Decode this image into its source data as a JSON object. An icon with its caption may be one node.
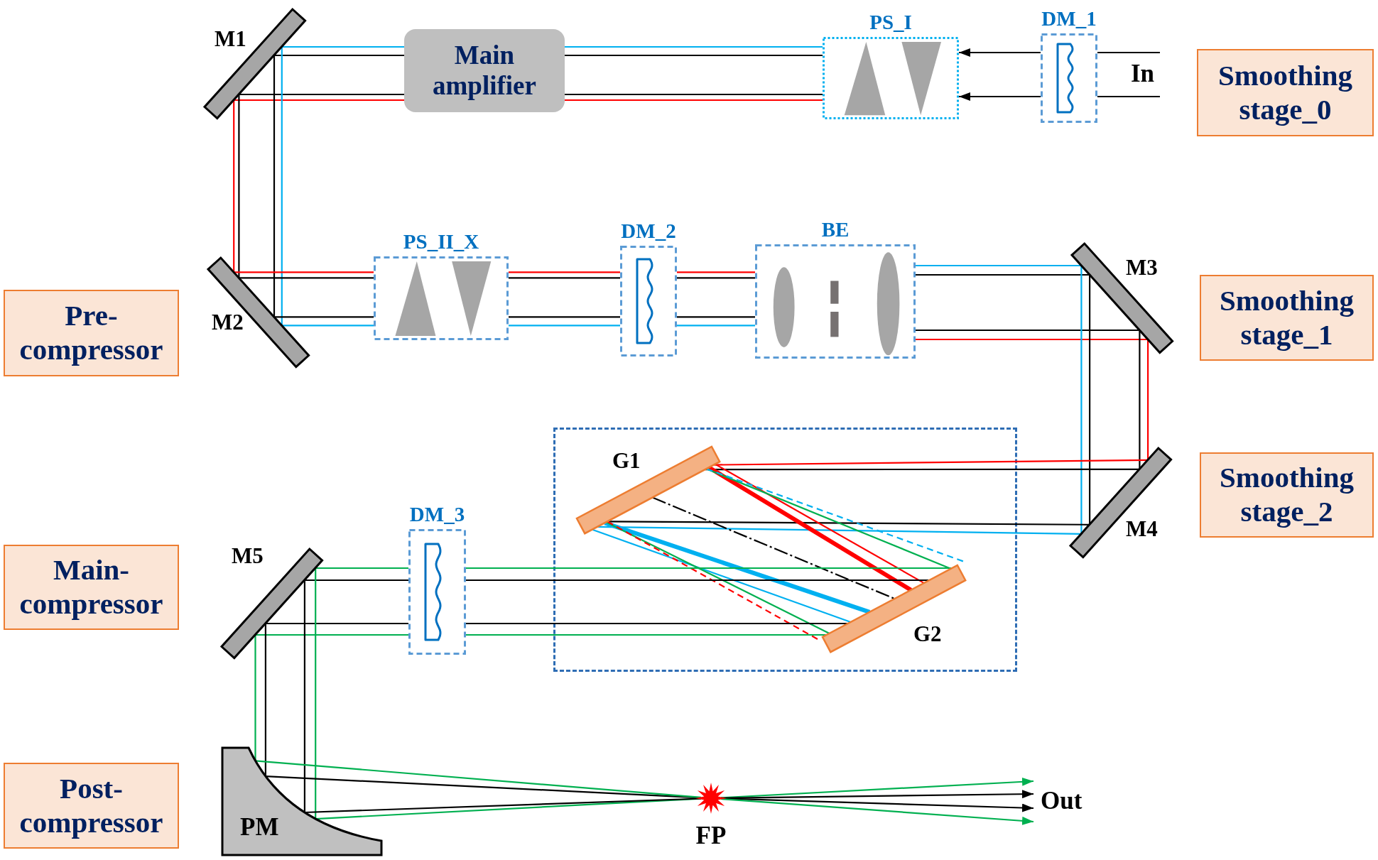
{
  "diagram": {
    "nodes": [
      {
        "text": [
          "M1"
        ]
      },
      {
        "text": [
          "Main amplifier"
        ]
      },
      {
        "text": [
          "PS_I"
        ]
      },
      {
        "text": [
          "DM_1"
        ]
      },
      {
        "text": [
          "In"
        ]
      },
      {
        "text": [
          "Smoothing stage_0"
        ]
      },
      {
        "text": [
          "Pre-compressor"
        ]
      },
      {
        "text": [
          "M2"
        ]
      },
      {
        "text": [
          "PS_II_X"
        ]
      },
      {
        "text": [
          "DM_2"
        ]
      },
      {
        "text": [
          "BE"
        ]
      },
      {
        "text": [
          "M3"
        ]
      },
      {
        "text": [
          "Smoothing stage_1"
        ]
      },
      {
        "text": [],
        "shape": "box"
      },
      {
        "text": [
          "G1"
        ],
        "in": 13
      },
      {
        "text": [
          "M4"
        ]
      },
      {
        "text": [
          "Smoothing stage_2"
        ]
      },
      {
        "text": [
          "Main-compressor"
        ]
      },
      {
        "text": [
          "M5"
        ]
      },
      {
        "text": [
          "DM_3"
        ]
      },
      {
        "text": [
          "G2"
        ],
        "in": 13
      },
      {
        "text": [
          "Post-compressor"
        ]
      },
      {
        "text": [
          "PM"
        ]
      },
      {
        "text": [
          "FP"
        ]
      },
      {
        "text": [
          "Out"
        ]
      }
    ],
    "edges": [
      {
        "from": 4,
        "to": 3,
        "arrow": "none"
      },
      {
        "from": 4,
        "to": 3,
        "arrow": "none"
      },
      {
        "from": 3,
        "to": 2,
        "arrow": "to"
      },
      {
        "from": 3,
        "to": 2,
        "arrow": "to"
      },
      {
        "from": 2,
        "to": 1,
        "arrow": "none",
        "color": "#00b0f0"
      },
      {
        "from": 2,
        "to": 1,
        "arrow": "none"
      },
      {
        "from": 2,
        "to": 1,
        "arrow": "none"
      },
      {
        "from": 2,
        "to": 1,
        "arrow": "none",
        "color": "#ff0000"
      },
      {
        "from": 1,
        "to": 0,
        "arrow": "none",
        "color": "#00b0f0"
      },
      {
        "from": 1,
        "to": 0,
        "arrow": "none"
      },
      {
        "from": 1,
        "to": 0,
        "arrow": "none"
      },
      {
        "from": 1,
        "to": 0,
        "arrow": "none",
        "color": "#ff0000"
      },
      {
        "from": 0,
        "to": 7,
        "arrow": "none",
        "color": "#00b0f0"
      },
      {
        "from": 0,
        "to": 7,
        "arrow": "none"
      },
      {
        "from": 0,
        "to": 7,
        "arrow": "none"
      },
      {
        "from": 0,
        "to": 7,
        "arrow": "none",
        "color": "#ff0000"
      },
      {
        "from": 7,
        "to": 8,
        "arrow": "none",
        "color": "#00b0f0"
      },
      {
        "from": 7,
        "to": 8,
        "arrow": "none"
      },
      {
        "from": 7,
        "to": 8,
        "arrow": "none"
      },
      {
        "from": 7,
        "to": 8,
        "arrow": "none",
        "color": "#ff0000"
      },
      {
        "from": 8,
        "to": 9,
        "arrow": "none",
        "color": "#00b0f0"
      },
      {
        "from": 8,
        "to": 9,
        "arrow": "none"
      },
      {
        "from": 8,
        "to": 9,
        "arrow": "none"
      },
      {
        "from": 8,
        "to": 9,
        "arrow": "none",
        "color": "#ff0000"
      },
      {
        "from": 9,
        "to": 10,
        "arrow": "none",
        "color": "#00b0f0"
      },
      {
        "from": 9,
        "to": 10,
        "arrow": "none"
      },
      {
        "from": 9,
        "to": 10,
        "arrow": "none"
      },
      {
        "from": 9,
        "to": 10,
        "arrow": "none",
        "color": "#ff0000"
      },
      {
        "from": 10,
        "to": 11,
        "arrow": "none",
        "color": "#00b0f0"
      },
      {
        "from": 10,
        "to": 11,
        "arrow": "none"
      },
      {
        "from": 10,
        "to": 11,
        "arrow": "none"
      },
      {
        "from": 10,
        "to": 11,
        "arrow": "none",
        "color": "#ff0000"
      },
      {
        "from": 11,
        "to": 15,
        "arrow": "none",
        "color": "#00b0f0"
      },
      {
        "from": 11,
        "to": 15,
        "arrow": "none"
      },
      {
        "from": 11,
        "to": 15,
        "arrow": "none"
      },
      {
        "from": 11,
        "to": 15,
        "arrow": "none",
        "color": "#ff0000"
      },
      {
        "from": 15,
        "to": 14,
        "arrow": "none",
        "color": "#00b0f0"
      },
      {
        "from": 15,
        "to": 14,
        "arrow": "none"
      },
      {
        "from": 15,
        "to": 14,
        "arrow": "none"
      },
      {
        "from": 15,
        "to": 14,
        "arrow": "none",
        "color": "#ff0000"
      },
      {
        "from": 14,
        "to": 20,
        "arrow": "none",
        "color": "#ff0000"
      },
      {
        "from": 14,
        "to": 20,
        "arrow": "none",
        "style": "thick",
        "color": "#ff0000"
      },
      {
        "from": 14,
        "to": 20,
        "arrow": "none",
        "color": "#00b050"
      },
      {
        "from": 14,
        "to": 20,
        "arrow": "none",
        "style": "dashed",
        "color": "#00b0f0"
      },
      {
        "from": 14,
        "to": 20,
        "arrow": "none",
        "style": "dashed"
      },
      {
        "from": 14,
        "to": 20,
        "arrow": "none",
        "color": "#00b0f0"
      },
      {
        "from": 14,
        "to": 20,
        "arrow": "none",
        "style": "thick",
        "color": "#00b0f0"
      },
      {
        "from": 14,
        "to": 20,
        "arrow": "none",
        "color": "#00b050"
      },
      {
        "from": 14,
        "to": 20,
        "arrow": "none",
        "style": "dashed",
        "color": "#ff0000"
      },
      {
        "from": 20,
        "to": 19,
        "arrow": "none",
        "color": "#00b050"
      },
      {
        "from": 20,
        "to": 19,
        "arrow": "none"
      },
      {
        "from": 20,
        "to": 19,
        "arrow": "none"
      },
      {
        "from": 20,
        "to": 19,
        "arrow": "none",
        "color": "#00b050"
      },
      {
        "from": 19,
        "to": 18,
        "arrow": "none",
        "color": "#00b050"
      },
      {
        "from": 19,
        "to": 18,
        "arrow": "none"
      },
      {
        "from": 19,
        "to": 18,
        "arrow": "none"
      },
      {
        "from": 19,
        "to": 18,
        "arrow": "none",
        "color": "#00b050"
      },
      {
        "from": 18,
        "to": 22,
        "arrow": "none",
        "color": "#00b050"
      },
      {
        "from": 18,
        "to": 22,
        "arrow": "none"
      },
      {
        "from": 18,
        "to": 22,
        "arrow": "none"
      },
      {
        "from": 18,
        "to": 22,
        "arrow": "none",
        "color": "#00b050"
      },
      {
        "from": 22,
        "to": 23,
        "arrow": "none",
        "color": "#00b050"
      },
      {
        "from": 22,
        "to": 23,
        "arrow": "none"
      },
      {
        "from": 22,
        "to": 23,
        "arrow": "none"
      },
      {
        "from": 22,
        "to": 23,
        "arrow": "none",
        "color": "#00b050"
      },
      {
        "from": 23,
        "to": 24,
        "arrow": "to",
        "color": "#00b050"
      },
      {
        "from": 23,
        "to": 24,
        "arrow": "to"
      },
      {
        "from": 23,
        "to": 24,
        "arrow": "to"
      },
      {
        "from": 23,
        "to": 24,
        "arrow": "to",
        "color": "#00b050"
      }
    ]
  }
}
